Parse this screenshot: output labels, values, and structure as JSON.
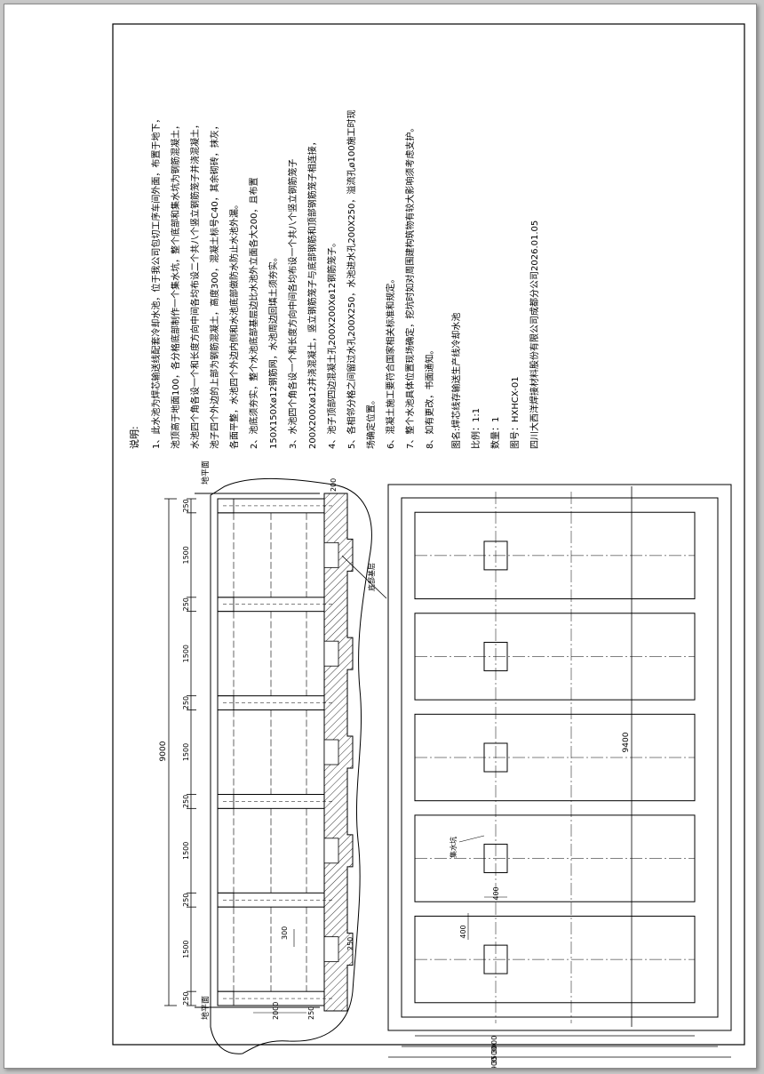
{
  "notes": {
    "title": "说明:",
    "lines": [
      "1、此水池为焊芯输送线配套冷却水池，位于我公司包切工序车间外面，布置于地下，",
      "池顶高于地面100，各分格底部制作一个集水坑，整个底部和集水坑为钢筋混凝土，",
      "水池四个角各设一个和长度方向中间各均布设二个共八个竖立钢筋笼子并浇混凝土，",
      "池子四个外边的上部为钢筋混凝土，高度300，混凝土标号C40，其余砌砖，抹灰，",
      "各面平整，水池四个外边内侧和水池底部做防水防止水池外漏。",
      "2、池底须夯实，整个水池底部基层边比水池外立面各大200，且布置",
      "150X150Xø12钢筋网，水池周边回填土须夯实。",
      "3、水池四个角各设一个和长度方向中间各均布设一个共八个竖立钢筋笼子",
      "200X200Xø12并浇混凝土，竖立钢筋笼子与底部钢筋和顶部钢筋笼子相连接，",
      "4、池子顶部四边混凝土孔200X200Xø12钢筋笼子。",
      "5、各相邻分格之间留过水孔200X250，水池进水孔200X250，溢流孔ø100施工时现",
      "场确定位置。",
      "6、混凝土施工要符合国家相关标准和规定。",
      "7、整个水池具体位置现场确定，挖坑时如对周围建构筑物有较大影响须考虑支护。",
      "8、如有更改，书面通知。"
    ],
    "info": [
      "图名:焊芯线存输送生产线冷却水池",
      "比例：1:1",
      "数量：1",
      "图号：HXHCX-01",
      "四川大西洋焊接材料股份有限公司成都分公司2026.01.05"
    ]
  },
  "section": {
    "ground_label": "地平面",
    "total_dim": "9000",
    "segment_dims": [
      "250",
      "1500",
      "250",
      "1500",
      "250",
      "1500",
      "250",
      "1500",
      "250",
      "1500",
      "250"
    ],
    "dim_200": "200",
    "dim_2000": "2000",
    "dim_250_side": "250",
    "dim_300": "300",
    "dim_250_small": "250",
    "base_label": "底部基层"
  },
  "plan": {
    "total_dim": "9400",
    "dim_3000": "3000",
    "dim_3500": "3500",
    "dim_3900": "3900",
    "sump_label": "集水坑",
    "dim_400_a": "400",
    "dim_400_b": "400"
  },
  "colors": {
    "line": "#000000",
    "page": "#ffffff",
    "background": "#c8c8c8"
  }
}
